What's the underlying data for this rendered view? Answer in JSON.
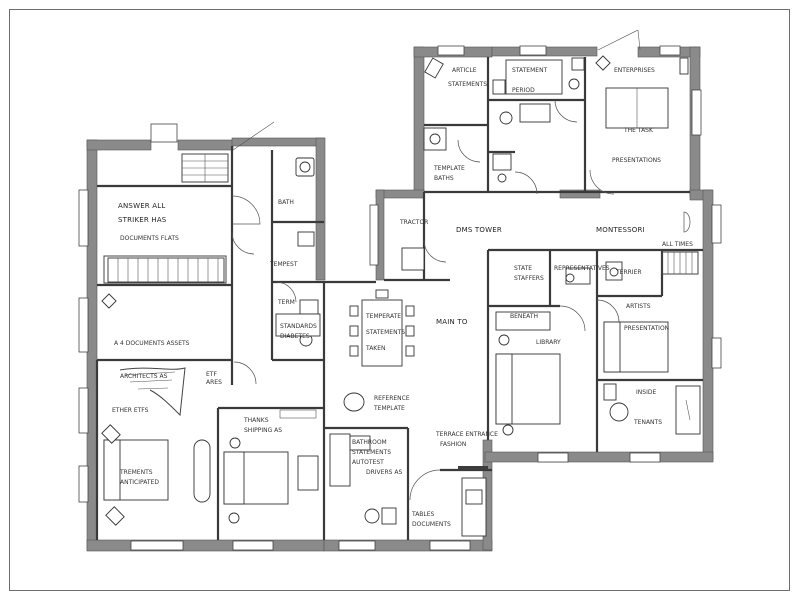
{
  "plan": {
    "rooms": [
      {
        "id": "top-left",
        "lines": [
          "ANSWER ALL",
          "STRIKER HAS",
          "DOCUMENTS FLATS"
        ]
      },
      {
        "id": "left-mid",
        "lines": [
          "A 4 DOCUMENTS ASSETS"
        ]
      },
      {
        "id": "stair-tag",
        "lines": [
          "ETF",
          "ARES"
        ]
      },
      {
        "id": "lower-left",
        "lines": [
          "ETHER ETFS"
        ]
      },
      {
        "id": "bed-left",
        "lines": [
          "TREMENTS",
          "ANTICIPATED"
        ]
      },
      {
        "id": "wc",
        "lines": [
          "BATH"
        ]
      },
      {
        "id": "hall-corr",
        "lines": [
          "TEMPEST"
        ]
      },
      {
        "id": "utility",
        "lines": [
          "TERM",
          "STANDARDS",
          "DIABETES"
        ]
      },
      {
        "id": "bed2",
        "lines": [
          "THANKS",
          "SHIPPING AS"
        ]
      },
      {
        "id": "bath-mid",
        "lines": [
          "BATHROOM",
          "STATEMENTS",
          "AUTOTEST"
        ]
      },
      {
        "id": "dining",
        "lines": [
          "TEMPERATE",
          "STATEMENTS",
          "TAKEN"
        ]
      },
      {
        "id": "lounge",
        "lines": [
          "MAIN TO"
        ]
      },
      {
        "id": "lounge-low",
        "lines": [
          "REFERENCE",
          "TEMPLATE"
        ]
      },
      {
        "id": "garden",
        "lines": [
          "TERRACE ENTRANCE",
          "FASHION"
        ]
      },
      {
        "id": "entry",
        "lines": [
          "TABLES",
          "DOCUMENTS"
        ]
      },
      {
        "id": "kitchen",
        "lines": [
          "ARCHITECTS AS"
        ]
      },
      {
        "id": "bed3-low",
        "lines": [
          "DRIVERS AS"
        ]
      },
      {
        "id": "top-a",
        "lines": [
          "ARTICLE",
          "STATEMENTS"
        ]
      },
      {
        "id": "top-b",
        "lines": [
          "STATEMENT",
          "PERIOD"
        ]
      },
      {
        "id": "top-c",
        "lines": [
          "TEMPLATE",
          "BATHS"
        ]
      },
      {
        "id": "master",
        "lines": [
          "ENTERPRISES",
          "THE TASK"
        ]
      },
      {
        "id": "master-low",
        "lines": [
          "PRESENTATIONS"
        ]
      },
      {
        "id": "corridor",
        "lines": [
          "DMS TOWER"
        ]
      },
      {
        "id": "hall-east",
        "lines": [
          "MONTESSORI"
        ]
      },
      {
        "id": "lobby",
        "lines": [
          "TRACTOR"
        ]
      },
      {
        "id": "east-tag",
        "lines": [
          "ALL TIMES"
        ]
      },
      {
        "id": "ens1",
        "lines": [
          "STATE",
          "STAFFERS"
        ]
      },
      {
        "id": "ens2",
        "lines": [
          "REPRESENTATIVES"
        ]
      },
      {
        "id": "bed-e1",
        "lines": [
          "LIBRARY",
          "BENEATH"
        ]
      },
      {
        "id": "bed-e1b",
        "lines": [
          "ARTISTS"
        ]
      },
      {
        "id": "bed-e2",
        "lines": [
          "TERRIER",
          "PRESENTATION"
        ]
      },
      {
        "id": "bath-e",
        "lines": [
          "INSIDE",
          "TENANTS"
        ]
      }
    ]
  }
}
